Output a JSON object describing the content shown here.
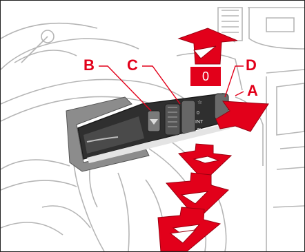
{
  "callouts": {
    "a": "A",
    "b": "B",
    "c": "C",
    "d": "D"
  },
  "position_box": "0",
  "colors": {
    "accent_red": "#e2001a",
    "line_gray": "#b5b5b5",
    "stalk_dark": "#3a3a3a"
  },
  "icons": [
    "pointer-arrow-up",
    "pointer-arrow-down",
    "pointer-arrow-down-double",
    "pointer-arrow-push"
  ]
}
